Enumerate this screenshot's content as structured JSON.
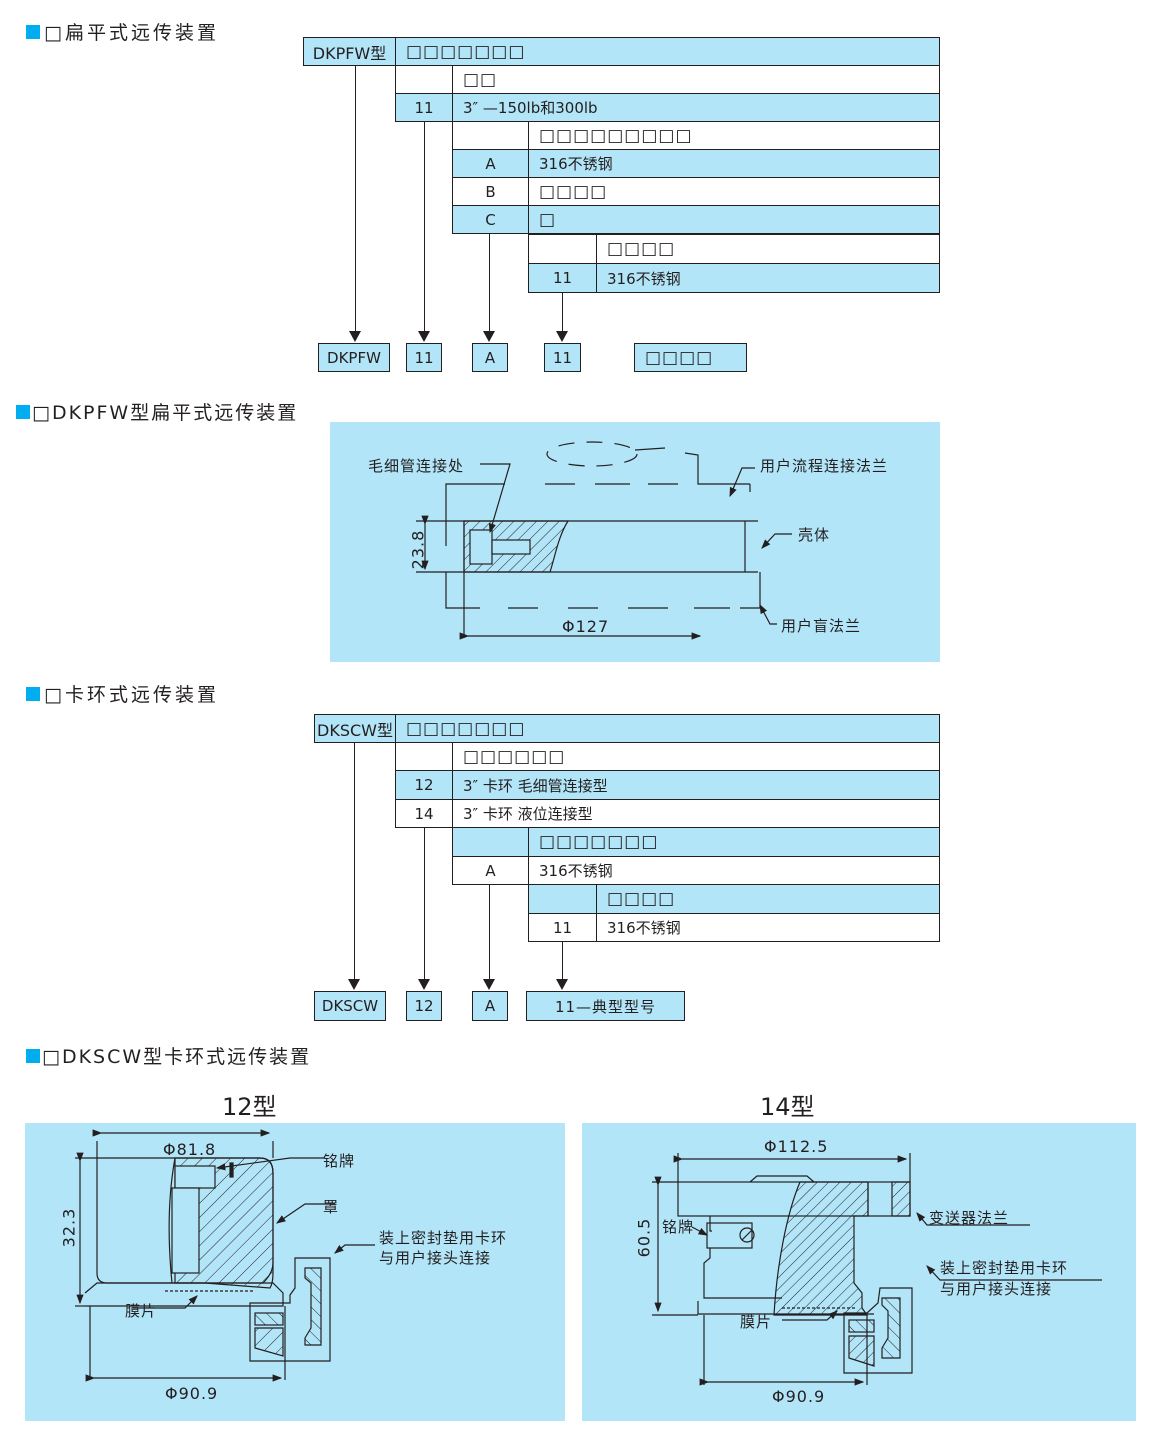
{
  "section1": {
    "heading": "□扁平式远传装置",
    "table": {
      "model": "DKPFW型",
      "header": "□□□□□□□",
      "rows": [
        {
          "code": "",
          "text": "□□"
        },
        {
          "code": "11",
          "text": "3″ —150lb和300lb"
        },
        {
          "code": "",
          "text": "□□□□□□□□□"
        },
        {
          "code": "A",
          "text": "316不锈钢"
        },
        {
          "code": "B",
          "text": "□□□□"
        },
        {
          "code": "C",
          "text": "□"
        },
        {
          "code": "",
          "text": "□□□□"
        },
        {
          "code": "11",
          "text": "316不锈钢"
        }
      ]
    },
    "result_boxes": [
      "DKPFW",
      "11",
      "A",
      "11",
      "□□□□"
    ]
  },
  "section2": {
    "heading": "□DKPFW型扁平式远传装置",
    "labels": {
      "capillary": "毛细管连接处",
      "process_flange": "用户流程连接法兰",
      "housing": "壳体",
      "blind_flange": "用户盲法兰",
      "height": "23.8",
      "diameter": "Φ127"
    }
  },
  "section3": {
    "heading": "□卡环式远传装置",
    "table": {
      "model": "DKSCW型",
      "header": "□□□□□□□",
      "rows": [
        {
          "code": "",
          "text": "□□□□□□"
        },
        {
          "code": "12",
          "text": "3″ 卡环 毛细管连接型"
        },
        {
          "code": "14",
          "text": "3″ 卡环 液位连接型"
        },
        {
          "code": "",
          "text": "□□□□□□□"
        },
        {
          "code": "A",
          "text": "316不锈钢"
        },
        {
          "code": "",
          "text": "□□□□"
        },
        {
          "code": "11",
          "text": "316不锈钢"
        }
      ]
    },
    "result_boxes": [
      "DKSCW",
      "12",
      "A",
      "11—典型型号"
    ]
  },
  "section4": {
    "heading": "□DKSCW型卡环式远传装置",
    "type12": {
      "title": "12型",
      "dia_top": "Φ81.8",
      "height": "32.3",
      "dia_bottom": "Φ90.9",
      "nameplate": "铭牌",
      "cover": "罩",
      "clamp_line1": "装上密封垫用卡环",
      "clamp_line2": "与用户接头连接",
      "diaphragm": "膜片"
    },
    "type14": {
      "title": "14型",
      "dia_top": "Φ112.5",
      "height": "60.5",
      "dia_bottom": "Φ90.9",
      "nameplate": "铭牌",
      "flange": "变送器法兰",
      "clamp_line1": "装上密封垫用卡环",
      "clamp_line2": "与用户接头连接",
      "diaphragm": "膜片"
    }
  }
}
